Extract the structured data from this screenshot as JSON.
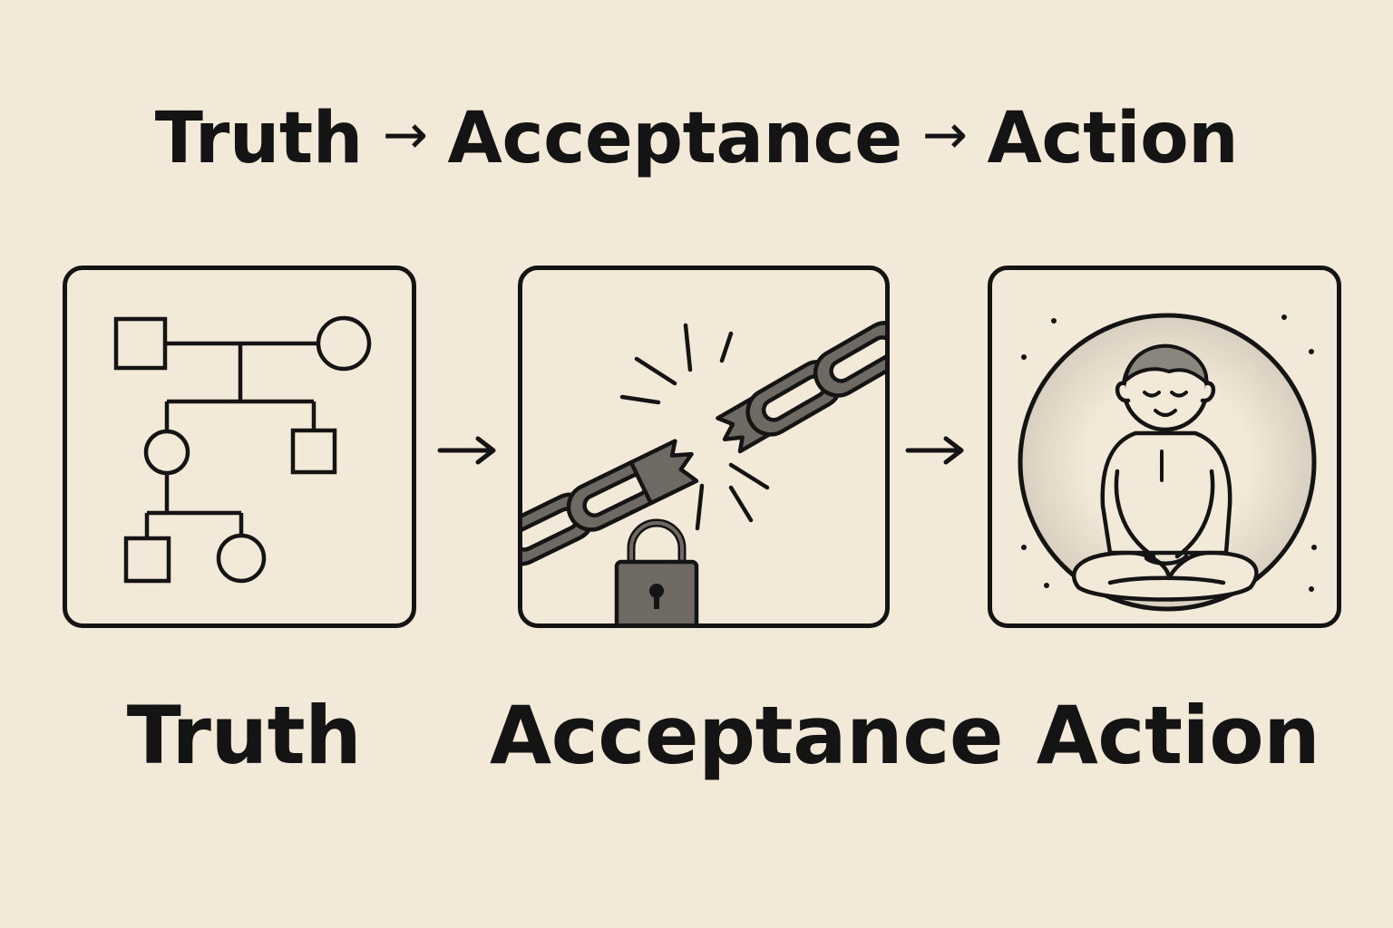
{
  "header": {
    "step1": "Truth",
    "step2": "Acceptance",
    "step3": "Action",
    "separator": "→"
  },
  "steps": [
    {
      "label": "Truth",
      "icon": "family-tree-icon"
    },
    {
      "label": "Acceptance",
      "icon": "broken-chain-icon"
    },
    {
      "label": "Action",
      "icon": "meditation-icon"
    }
  ],
  "colors": {
    "background": "#f3e9d8",
    "ink": "#141414",
    "chain_fill": "#6e6a63"
  }
}
